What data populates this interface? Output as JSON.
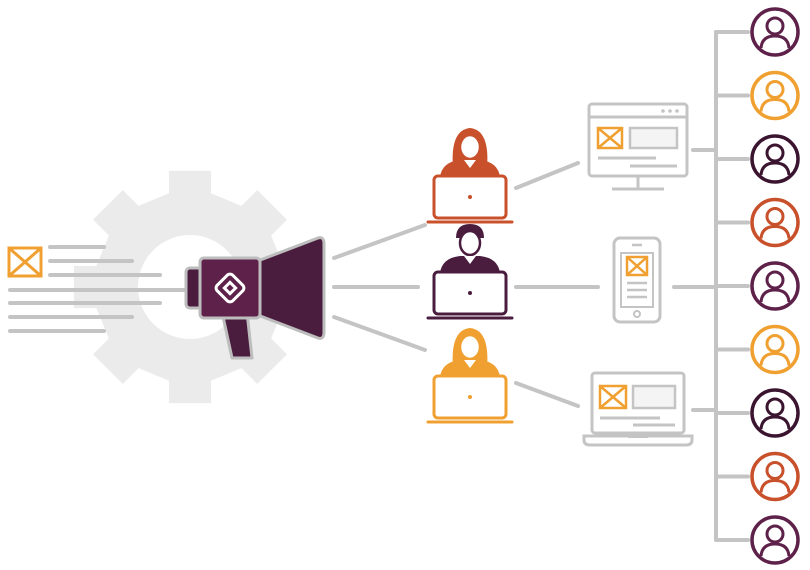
{
  "diagram": {
    "source": {
      "gear_icon": "gear-icon",
      "image_icon": "image-placeholder-icon",
      "text_lines": 7
    },
    "broadcaster": {
      "icon": "megaphone-icon",
      "logo": "brand-logo-mark"
    },
    "agents": [
      {
        "icon": "woman-with-laptop-icon",
        "color": "#c8502a"
      },
      {
        "icon": "man-with-laptop-icon",
        "color": "#4a1d3f"
      },
      {
        "icon": "woman-with-laptop-icon",
        "color": "#f0a030"
      }
    ],
    "channels": [
      {
        "icon": "desktop-monitor-icon",
        "type": "web"
      },
      {
        "icon": "mobile-phone-icon",
        "type": "mobile"
      },
      {
        "icon": "laptop-icon",
        "type": "laptop"
      }
    ],
    "audience": [
      {
        "icon": "user-avatar-icon",
        "color": "#5e2149"
      },
      {
        "icon": "user-avatar-icon",
        "color": "#f0a030"
      },
      {
        "icon": "user-avatar-icon",
        "color": "#3b1530"
      },
      {
        "icon": "user-avatar-icon",
        "color": "#c8502a"
      },
      {
        "icon": "user-avatar-icon",
        "color": "#5e2149"
      },
      {
        "icon": "user-avatar-icon",
        "color": "#f0a030"
      },
      {
        "icon": "user-avatar-icon",
        "color": "#3b1530"
      },
      {
        "icon": "user-avatar-icon",
        "color": "#c8502a"
      },
      {
        "icon": "user-avatar-icon",
        "color": "#5e2149"
      }
    ],
    "colors": {
      "connector": "#c4c4c4",
      "gear": "#ebebeb",
      "accent_orange": "#f0a030",
      "plum": "#4a1d3f"
    }
  }
}
